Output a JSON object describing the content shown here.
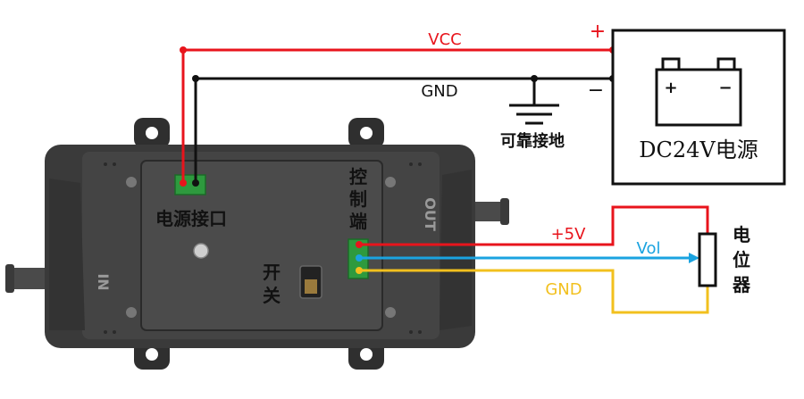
{
  "wires": {
    "vcc_label": "VCC",
    "gnd_top_label": "GND",
    "plus5v_label": "+5V",
    "vol_label": "Vol",
    "gnd_bottom_label": "GND"
  },
  "polarity": {
    "plus": "+",
    "minus": "−"
  },
  "ground": {
    "label": "可靠接地"
  },
  "power_supply": {
    "label": "DC24V电源",
    "battery_plus": "+",
    "battery_minus": "−"
  },
  "device": {
    "power_port_label": "电源接口",
    "control_end_label": [
      "控",
      "制",
      "端"
    ],
    "switch_label": [
      "开",
      "关"
    ],
    "in_label": "IN",
    "out_label": "OUT"
  },
  "potentiometer": {
    "label": [
      "电",
      "位",
      "器"
    ]
  },
  "colors": {
    "vcc": "#e8141c",
    "gnd": "#111111",
    "signal": "#1aa3e0",
    "gnd_yellow": "#f2c01e",
    "body": "#3c3c3c",
    "connector": "#2e9a3e"
  }
}
